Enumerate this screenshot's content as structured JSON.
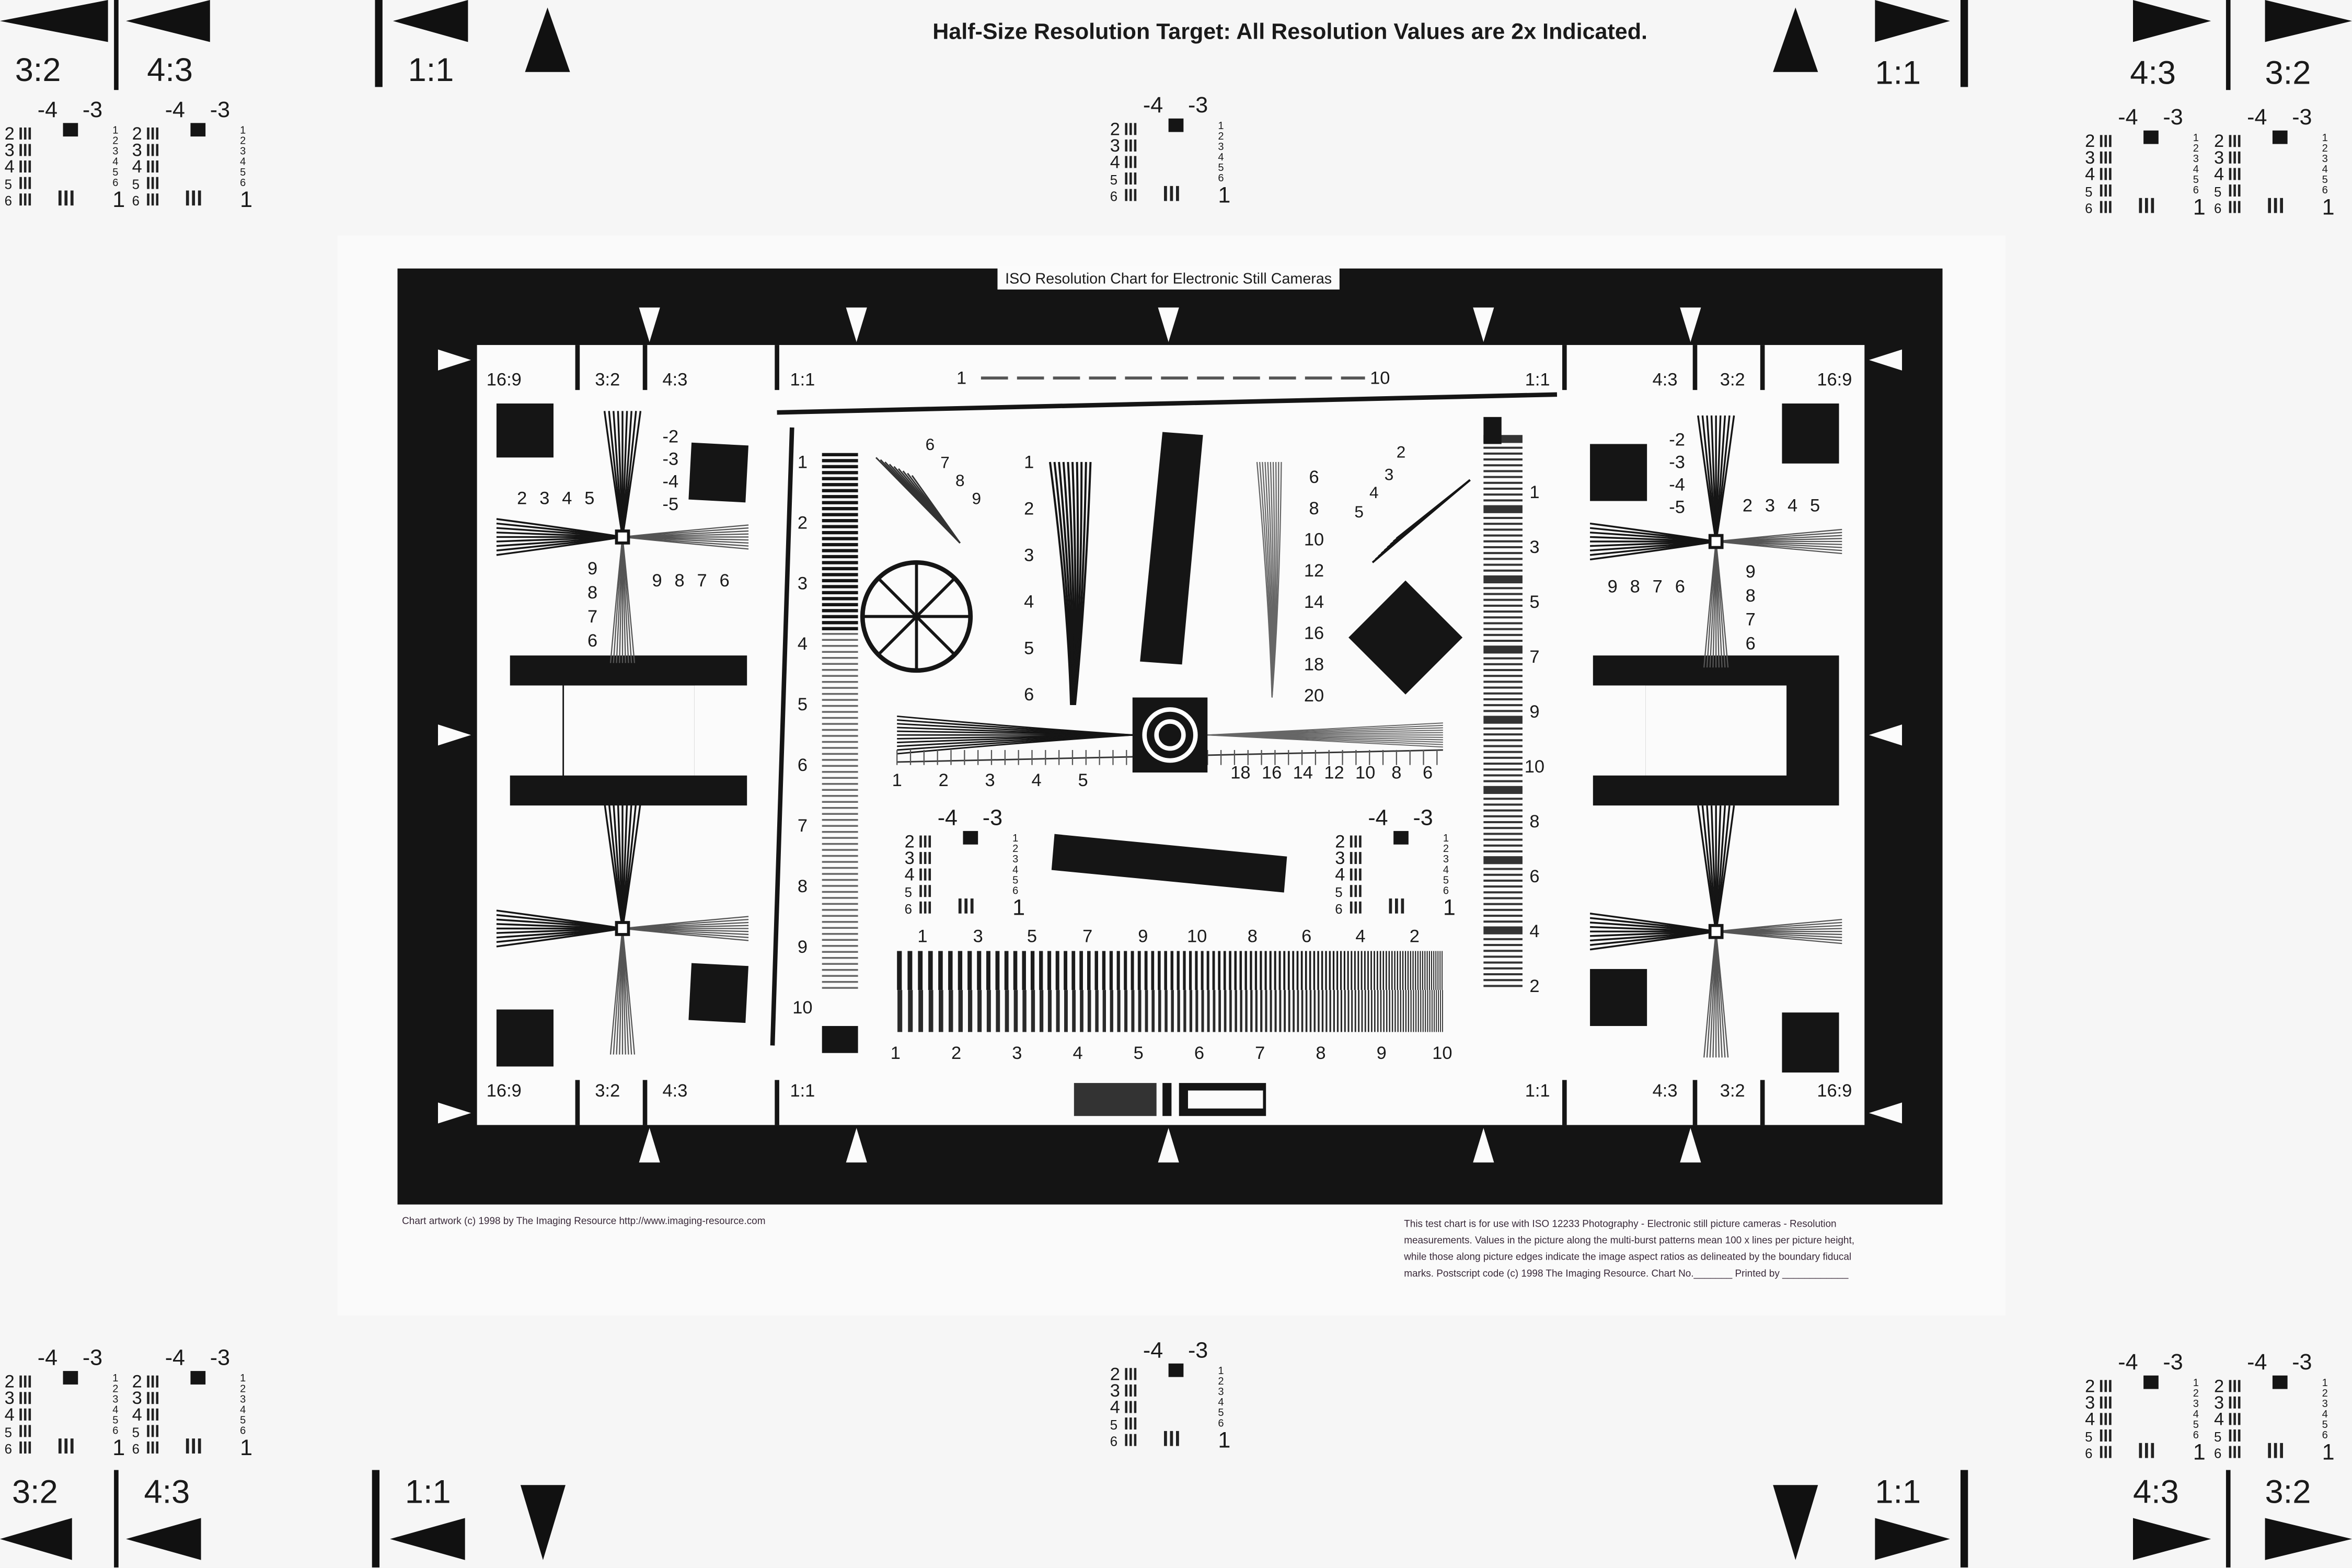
{
  "header": {
    "title": "Half-Size Resolution Target: All Resolution Values are 2x Indicated."
  },
  "corner_labels": {
    "left_outer": "3:2",
    "left_inner": "4:3",
    "square": "1:1",
    "right_inner": "4:3",
    "right_outer": "3:2"
  },
  "patch": {
    "top": [
      "-4",
      "-3"
    ],
    "rows": [
      "2",
      "3",
      "4",
      "5",
      "6"
    ],
    "right": [
      "1",
      "2",
      "3",
      "4",
      "5",
      "6"
    ],
    "one": "1"
  },
  "chart": {
    "title": "ISO Resolution Chart for Electronic Still Cameras",
    "aspect_top": [
      "16:9",
      "3:2",
      "4:3",
      "1:1",
      "1:1",
      "4:3",
      "3:2",
      "16:9"
    ],
    "aspect_bottom": [
      "16:9",
      "3:2",
      "4:3",
      "1:1",
      "1:1",
      "4:3",
      "3:2",
      "16:9"
    ],
    "top_scale": [
      "1",
      "10"
    ],
    "left_scale": [
      "1",
      "2",
      "3",
      "4",
      "5",
      "6",
      "7",
      "8",
      "9",
      "10"
    ],
    "right_scale": [
      "1",
      "3",
      "5",
      "7",
      "9",
      "10",
      "8",
      "6",
      "4",
      "2"
    ],
    "bottom_scale": [
      "1",
      "2",
      "3",
      "4",
      "5",
      "6",
      "7",
      "8",
      "9",
      "10"
    ],
    "burst_scale": [
      "1",
      "3",
      "5",
      "7",
      "9",
      "10",
      "8",
      "6",
      "4",
      "2"
    ],
    "center_left_scale": [
      "1",
      "2",
      "3",
      "4",
      "5"
    ],
    "center_right_scale": [
      "18",
      "16",
      "14",
      "12",
      "10",
      "8",
      "6"
    ],
    "fan_left_scale": [
      "1",
      "2",
      "3",
      "4",
      "5",
      "6"
    ],
    "fan_right_scale": [
      "6",
      "8",
      "10",
      "12",
      "14",
      "16",
      "18",
      "20"
    ],
    "wedge_scale": [
      "6",
      "7",
      "8",
      "9"
    ],
    "wedge_scale_right": [
      "2",
      "3",
      "4",
      "5"
    ],
    "quad_h": [
      "2",
      "3",
      "4",
      "5"
    ],
    "quad_h2": [
      "9",
      "8",
      "7",
      "6"
    ],
    "quad_v": [
      "-2",
      "-3",
      "-4",
      "-5"
    ],
    "quad_v2": [
      "9",
      "8",
      "7",
      "6"
    ]
  },
  "footer": {
    "left": "Chart artwork (c) 1998 by The Imaging Resource http://www.imaging-resource.com",
    "right": [
      "This test chart is for use with ISO 12233 Photography - Electronic still picture cameras - Resolution",
      "measurements. Values in the picture along the multi-burst patterns mean 100 x lines per picture height,",
      "while those along picture edges indicate the image aspect ratios as delineated by the boundary fiducal",
      "marks. Postscript code  (c) 1998 The Imaging Resource. Chart No._______  Printed by ____________"
    ]
  }
}
